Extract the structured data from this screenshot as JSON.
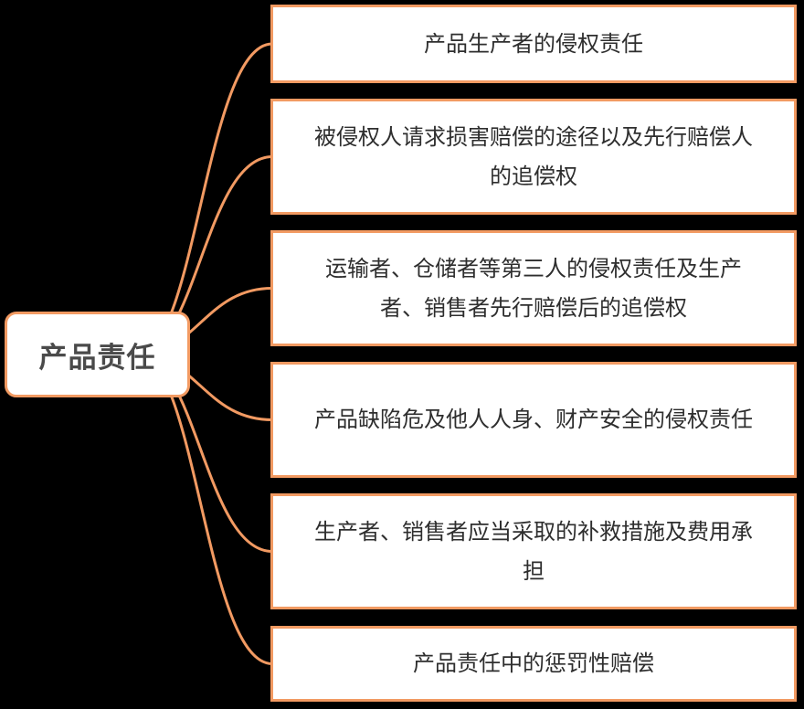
{
  "root": {
    "label": "产品责任"
  },
  "branches": [
    {
      "label": "产品生产者的侵权责任"
    },
    {
      "label": "被侵权人请求损害赔偿的途径以及先行赔偿人的追偿权"
    },
    {
      "label": "运输者、仓储者等第三人的侵权责任及生产者、销售者先行赔偿后的追偿权"
    },
    {
      "label": "产品缺陷危及他人人身、财产安全的侵权责任"
    },
    {
      "label": "生产者、销售者应当采取的补救措施及费用承担"
    },
    {
      "label": "产品责任中的惩罚性赔偿"
    }
  ],
  "colors": {
    "accent": "#F29A62",
    "text": "#2e2e2e",
    "background": "#000000"
  }
}
